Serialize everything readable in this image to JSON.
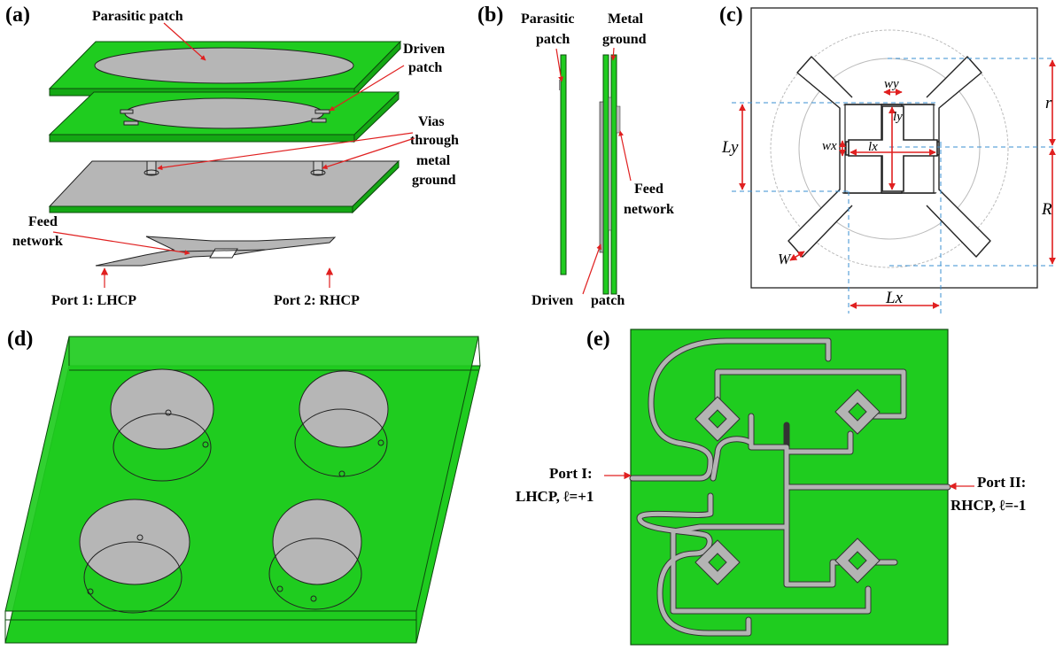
{
  "panels": {
    "a": {
      "tag": "(a)",
      "parasitic_patch": "Parasitic patch",
      "driven_1": "Driven",
      "driven_2": "patch",
      "vias_1": "Vias",
      "vias_2": "through",
      "vias_3": "metal",
      "vias_4": "ground",
      "feed_1": "Feed",
      "feed_2": "network",
      "port1": "Port 1: LHCP",
      "port2": "Port 2: RHCP"
    },
    "b": {
      "tag": "(b)",
      "parasitic_1": "Parasitic",
      "parasitic_2": "patch",
      "metal_1": "Metal",
      "metal_2": "ground",
      "feed_1": "Feed",
      "feed_2": "network",
      "driven_1": "Driven",
      "driven_2": "patch"
    },
    "c": {
      "tag": "(c)",
      "wy": "wy",
      "ly": "ly",
      "wx": "wx",
      "lx": "lx",
      "Ly": "Ly",
      "r": "r",
      "R": "R",
      "W": "W",
      "Lx": "Lx"
    },
    "d": {
      "tag": "(d)"
    },
    "e": {
      "tag": "(e)",
      "port1_1": "Port I:",
      "port1_2": "LHCP, ℓ=+1",
      "port2_1": "Port II:",
      "port2_2": "RHCP, ℓ=-1"
    }
  },
  "colors": {
    "substrate": "#1fcc1f",
    "metal": "#b6b6b6",
    "dimension": "#e02020",
    "guide": "#3a8fd0"
  }
}
